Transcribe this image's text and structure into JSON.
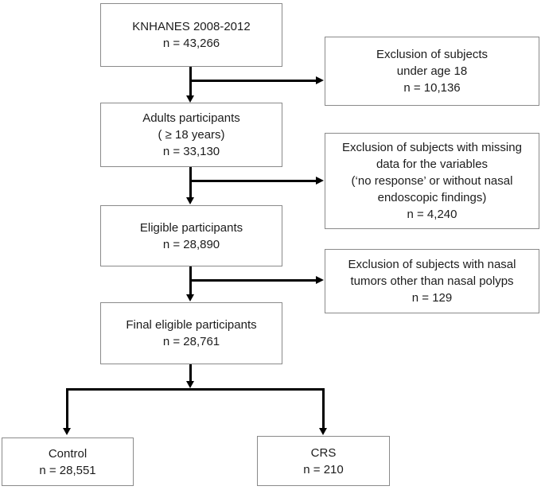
{
  "flowchart": {
    "main_column": [
      {
        "name": "knhanes",
        "lines": [
          "KNHANES 2008-2012",
          "n = 43,266"
        ]
      },
      {
        "name": "adults",
        "lines": [
          "Adults participants",
          "( ≥ 18 years)",
          "n = 33,130"
        ]
      },
      {
        "name": "eligible",
        "lines": [
          "Eligible participants",
          "n = 28,890"
        ]
      },
      {
        "name": "final-eligible",
        "lines": [
          "Final eligible participants",
          "n = 28,761"
        ]
      }
    ],
    "exclusion_column": [
      {
        "name": "exclusion-under-age",
        "lines": [
          "Exclusion of subjects",
          "under age 18",
          "n = 10,136"
        ]
      },
      {
        "name": "exclusion-missing-data",
        "lines": [
          "Exclusion of subjects with missing",
          "data for the variables",
          "(‘no response’ or without nasal",
          "endoscopic findings)",
          "n = 4,240"
        ]
      },
      {
        "name": "exclusion-nasal-tumors",
        "lines": [
          "Exclusion of subjects with nasal",
          "tumors other than nasal polyps",
          "n = 129"
        ]
      }
    ],
    "outcome_boxes": [
      {
        "name": "control",
        "lines": [
          "Control",
          "n = 28,551"
        ]
      },
      {
        "name": "crs",
        "lines": [
          "CRS",
          "n = 210"
        ]
      }
    ],
    "colors": {
      "arrow": "#000000",
      "box_border": "#8a8a8a",
      "text": "#1c1c1c",
      "background": "#ffffff"
    }
  }
}
